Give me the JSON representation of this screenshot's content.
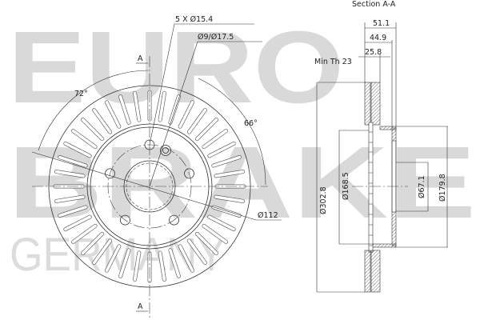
{
  "watermark": {
    "line1": "EURO",
    "line2": "BRAKE",
    "line3": "GERMANY",
    "color": "#d9d9d9"
  },
  "drawing": {
    "title": "Section A-A",
    "section_marker": "A",
    "front_view": {
      "bolt_holes": "5 X Ø15.4",
      "locating_hole": "Ø9/Ø17.5",
      "angle_left": "72°",
      "angle_right": "66°",
      "pcd": "Ø112"
    },
    "section_view": {
      "overall_height": "51.1",
      "hat_height": "44.9",
      "thickness": "25.8",
      "min_thickness": "Min Th 23",
      "outer_diameter": "Ø302.8",
      "hat_diameter": "Ø168.5",
      "center_bore": "Ø67.1",
      "hat_outer_diameter": "Ø179.8"
    }
  }
}
